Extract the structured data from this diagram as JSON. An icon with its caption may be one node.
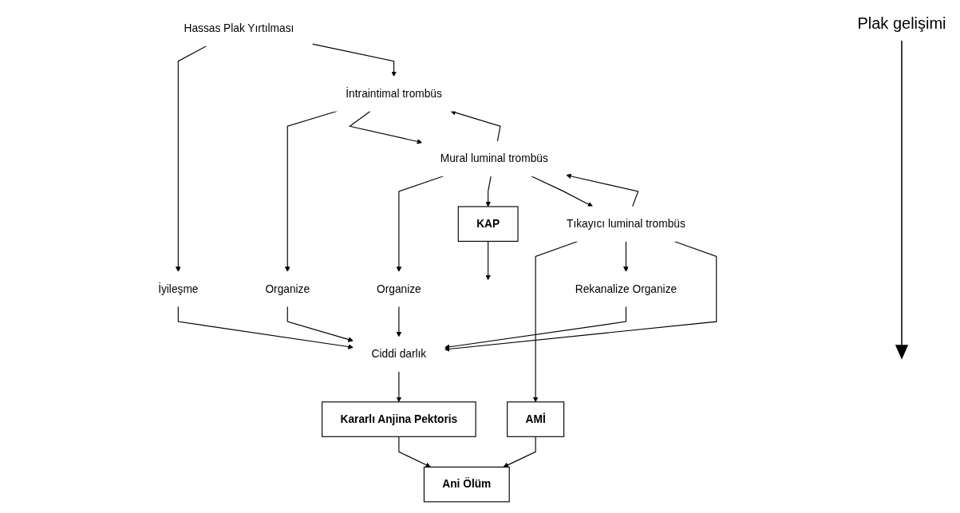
{
  "diagram": {
    "nodes": [
      {
        "text": [
          "Hassas Plak Yırtılması"
        ]
      },
      {
        "text": [
          "İyileşme"
        ]
      },
      {
        "text": [
          "İntraintimal trombüs"
        ]
      },
      {
        "text": [
          "Organize"
        ]
      },
      {
        "text": [
          "KAP"
        ]
      },
      {
        "text": [
          "Mural luminal trombüs"
        ]
      },
      {
        "text": [
          "Organize"
        ]
      },
      {
        "text": [
          "Ani Ölüm"
        ]
      },
      {
        "text": [
          "AMİ"
        ]
      },
      {
        "text": [
          "Tıkayıcı luminal trombüs"
        ]
      },
      {
        "text": [
          "Rekanalize Organize"
        ]
      },
      {
        "text": [
          "Kararlı Anjina Pektoris"
        ]
      },
      {
        "text": [
          "Ciddi darlık"
        ]
      }
    ],
    "edges": [
      {
        "from": 0,
        "to": 1,
        "arrow": "to"
      },
      {
        "from": 0,
        "to": 2,
        "arrow": "to"
      },
      {
        "from": 2,
        "to": 3,
        "arrow": "to"
      },
      {
        "from": 2,
        "to": 5,
        "arrow": "to"
      },
      {
        "from": 5,
        "to": 2,
        "arrow": "to"
      },
      {
        "from": 5,
        "to": 6,
        "arrow": "to"
      },
      {
        "from": 5,
        "to": 4,
        "arrow": "to"
      },
      {
        "from": 4,
        "to": null,
        "arrow": "to"
      },
      {
        "from": 5,
        "to": 9,
        "arrow": "to"
      },
      {
        "from": 9,
        "to": 5,
        "arrow": "to"
      },
      {
        "from": 9,
        "to": 8,
        "arrow": "to"
      },
      {
        "from": 8,
        "to": 7,
        "arrow": "to"
      },
      {
        "from": 9,
        "to": 10,
        "arrow": "to"
      },
      {
        "from": 9,
        "to": 12,
        "arrow": "to"
      },
      {
        "from": 1,
        "to": 12,
        "arrow": "to"
      },
      {
        "from": 3,
        "to": 12,
        "arrow": "to"
      },
      {
        "from": 6,
        "to": 12,
        "arrow": "to"
      },
      {
        "from": 10,
        "to": 12,
        "arrow": "to"
      },
      {
        "from": 12,
        "to": 11,
        "arrow": "to"
      },
      {
        "from": 11,
        "to": 7,
        "arrow": "to"
      }
    ],
    "labels": [
      "Plak gelişimi"
    ]
  }
}
